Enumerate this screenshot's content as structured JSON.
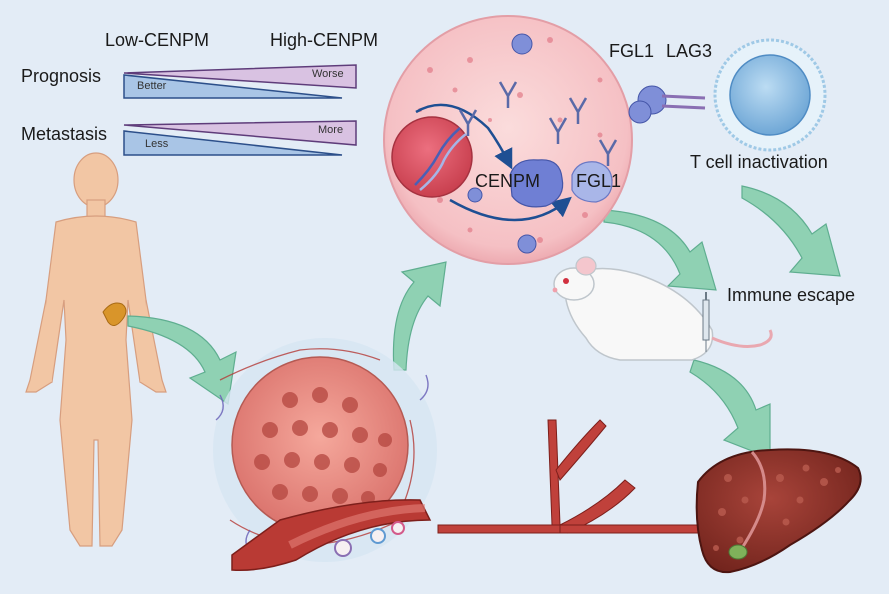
{
  "header": {
    "low_label": "Low-CENPM",
    "high_label": "High-CENPM"
  },
  "rows": [
    {
      "label": "Prognosis",
      "low_word": "Better",
      "high_word": "Worse"
    },
    {
      "label": "Metastasis",
      "low_word": "Less",
      "high_word": "More"
    }
  ],
  "cell_labels": {
    "cenpm": "CENPM",
    "fgl1": "FGL1",
    "fgl1_top": "FGL1",
    "lag3": "LAG3"
  },
  "outcomes": {
    "t_cell": "T cell inactivation",
    "immune": "Immune escape"
  },
  "colors": {
    "background": "#e3ecf6",
    "arrow_green": "#8fd1b3",
    "cell_pink": "#f6c9cb",
    "tumor_red": "#d9706a",
    "liver": "#8f2f26",
    "wedge_blue": "#a9c5e6",
    "wedge_purple": "#d9c2e2"
  }
}
